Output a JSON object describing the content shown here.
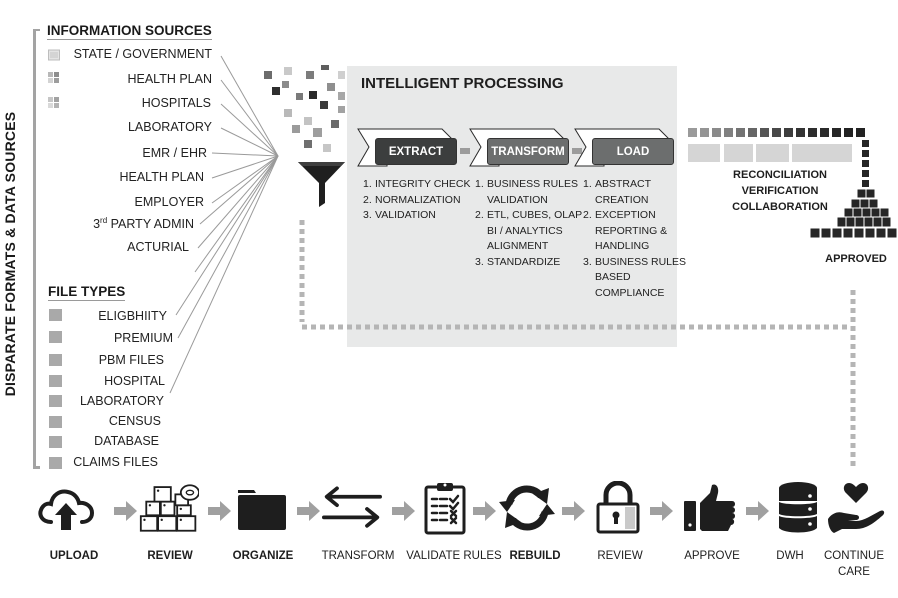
{
  "side_label": "DISPARATE FORMATS & DATA SOURCES",
  "information_sources": {
    "heading": "INFORMATION SOURCES",
    "items": [
      {
        "label": "STATE / GOVERNMENT",
        "icon": "document-icon"
      },
      {
        "label": "HEALTH PLAN",
        "icon": "grid-icon"
      },
      {
        "label": "HOSPITALS",
        "icon": "grid-icon"
      },
      {
        "label": "LABORATORY"
      },
      {
        "label": "EMR / EHR"
      },
      {
        "label": "HEALTH PLAN"
      },
      {
        "label": "EMPLOYER"
      },
      {
        "label_prefix": "3",
        "label_sup": "rd",
        "label_rest": " PARTY ADMIN"
      },
      {
        "label": "ACTURIAL"
      }
    ]
  },
  "file_types": {
    "heading": "FILE TYPES",
    "items": [
      "ELIGBHIITY",
      "PREMIUM",
      "PBM FILES",
      "HOSPITAL",
      "LABORATORY",
      "CENSUS",
      "DATABASE",
      "CLAIMS FILES"
    ]
  },
  "processing": {
    "title": "INTELLIGENT PROCESSING",
    "steps": [
      {
        "label": "EXTRACT",
        "color": "#3c3e3e",
        "items": [
          "INTEGRITY CHECK",
          "NORMALIZATION",
          "VALIDATION"
        ]
      },
      {
        "label": "TRANSFORM",
        "color": "#6c6e6e",
        "items": [
          "BUSINESS RULES\nVALIDATION",
          "ETL, CUBES, OLAP\nBI / ANALYTICS\nALIGNMENT",
          "STANDARDIZE"
        ]
      },
      {
        "label": "LOAD",
        "color": "#6c6e6e",
        "items": [
          "ABSTRACT\nCREATION",
          "EXCEPTION\nREPORTING &\nHANDLING",
          "BUSINESS RULES\nBASED\nCOMPLIANCE"
        ]
      }
    ]
  },
  "verification": {
    "lines": [
      "RECONCILIATION",
      "VERIFICATION",
      "COLLABORATION"
    ],
    "approved_label": "APPROVED"
  },
  "flow": [
    {
      "label": "UPLOAD",
      "icon": "cloud-upload-icon",
      "bold": true
    },
    {
      "label": "REVIEW",
      "icon": "boxes-icon",
      "bold": true
    },
    {
      "label": "ORGANIZE",
      "icon": "folder-icon",
      "bold": true
    },
    {
      "label": "TRANSFORM",
      "icon": "swap-arrows-icon",
      "bold": false
    },
    {
      "label": "VALIDATE RULES",
      "icon": "checklist-icon",
      "bold": false
    },
    {
      "label": "REBUILD",
      "icon": "refresh-icon",
      "bold": true
    },
    {
      "label": "REVIEW",
      "icon": "padlock-icon",
      "bold": false
    },
    {
      "label": "APPROVE",
      "icon": "thumbs-up-icon",
      "bold": false
    },
    {
      "label": "DWH",
      "icon": "database-icon",
      "bold": false
    },
    {
      "label": "CONTINUE\nCARE",
      "icon": "heart-hand-icon",
      "bold": false
    }
  ],
  "colors": {
    "panel": "#e8e9e9",
    "dark": "#1e1e1e",
    "mid_grey": "#a9a9a9",
    "dotted": "#b5b5b5"
  }
}
